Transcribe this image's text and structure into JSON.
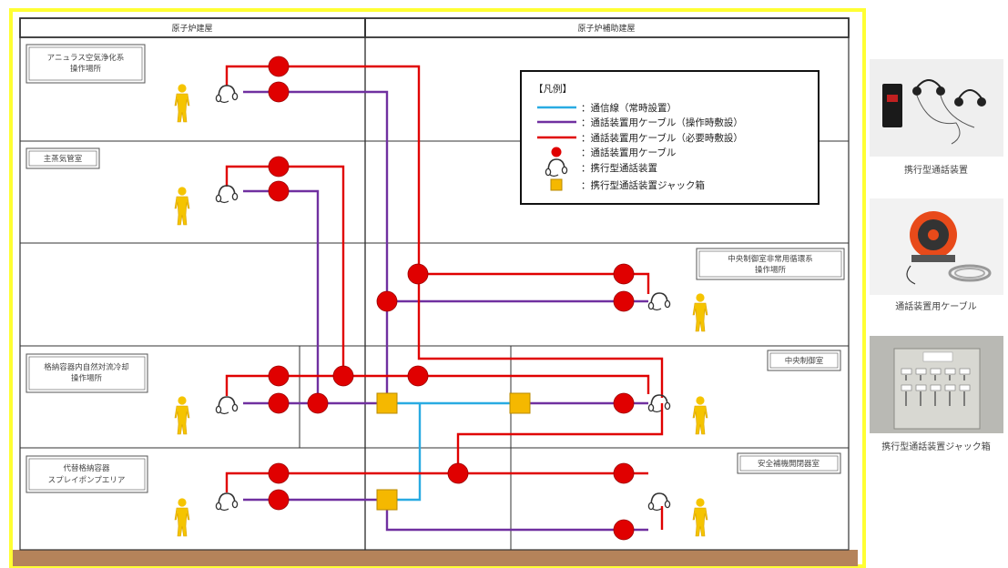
{
  "buildings": {
    "reactor": "原子炉建屋",
    "auxiliary": "原子炉補助建屋"
  },
  "areas": {
    "annulus": [
      "アニュラス空気浄化系",
      "操作場所"
    ],
    "main_steam": [
      "主蒸気管室"
    ],
    "containment_cooling": [
      "格納容器内自然対流冷却",
      "操作場所"
    ],
    "spray_pump": [
      "代替格納容器",
      "スプレイポンプエリア"
    ],
    "cr_ventilation": [
      "中央制御室非常用循環系",
      "操作場所"
    ],
    "control_room": [
      "中央制御室"
    ],
    "safety_switchgear": [
      "安全補機開閉器室"
    ]
  },
  "legend": {
    "title": "【凡例】",
    "items": [
      {
        "symbol": "line",
        "color": "#29abe2",
        "text": "：通信線（常時設置）"
      },
      {
        "symbol": "line",
        "color": "#7030a0",
        "text": "：通話装置用ケーブル（操作時敷設）"
      },
      {
        "symbol": "line",
        "color": "#e00000",
        "text": "：通話装置用ケーブル（必要時敷設）"
      },
      {
        "symbol": "dot",
        "color": "#e00000",
        "text": "：通話装置用ケーブル"
      },
      {
        "symbol": "headset",
        "color": "#333333",
        "text": "：携行型通話装置"
      },
      {
        "symbol": "box",
        "color": "#f5b800",
        "text": "：携行型通話装置ジャック箱"
      }
    ]
  },
  "photos": [
    {
      "caption": "携行型通話装置",
      "depicts": "portable-phone-set-photo"
    },
    {
      "caption": "通話装置用ケーブル",
      "depicts": "cable-reel-photo"
    },
    {
      "caption": "携行型通話装置ジャック箱",
      "depicts": "jack-box-photo"
    }
  ],
  "colors": {
    "frame": "#ffff33",
    "purple": "#7030a0",
    "red": "#e00000",
    "blue": "#29abe2",
    "jack": "#f5b800",
    "person": "#f5c400",
    "ground": "#b5835a"
  }
}
